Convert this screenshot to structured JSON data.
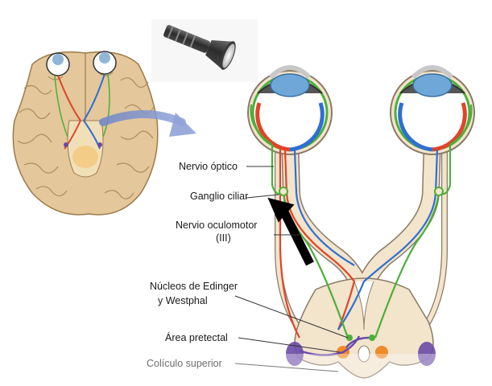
{
  "labels": {
    "optic_nerve": "Nervio óptico",
    "ciliary_ganglion": "Ganglio ciliar",
    "oculomotor_line1": "Nervio oculomotor",
    "oculomotor_line2": "(III)",
    "edinger_line1": "Núcleos de Edinger",
    "edinger_line2": "y Westphal",
    "pretectal": "Área pretectal",
    "colliculus": "Colículo superior"
  },
  "icons": {
    "flashlight": "flashlight-icon",
    "brain": "brain-icon",
    "arrow": "arrow-icon"
  },
  "colors": {
    "nerve_fill": "#f3e4cc",
    "nerve_stroke": "#8a7a66",
    "green_pathway": "#4caf3a",
    "red_pathway": "#e0442a",
    "blue_pathway": "#2f6fd1",
    "purple_nucleus": "#6a4aa8",
    "orange_nucleus": "#ee8a2a"
  }
}
